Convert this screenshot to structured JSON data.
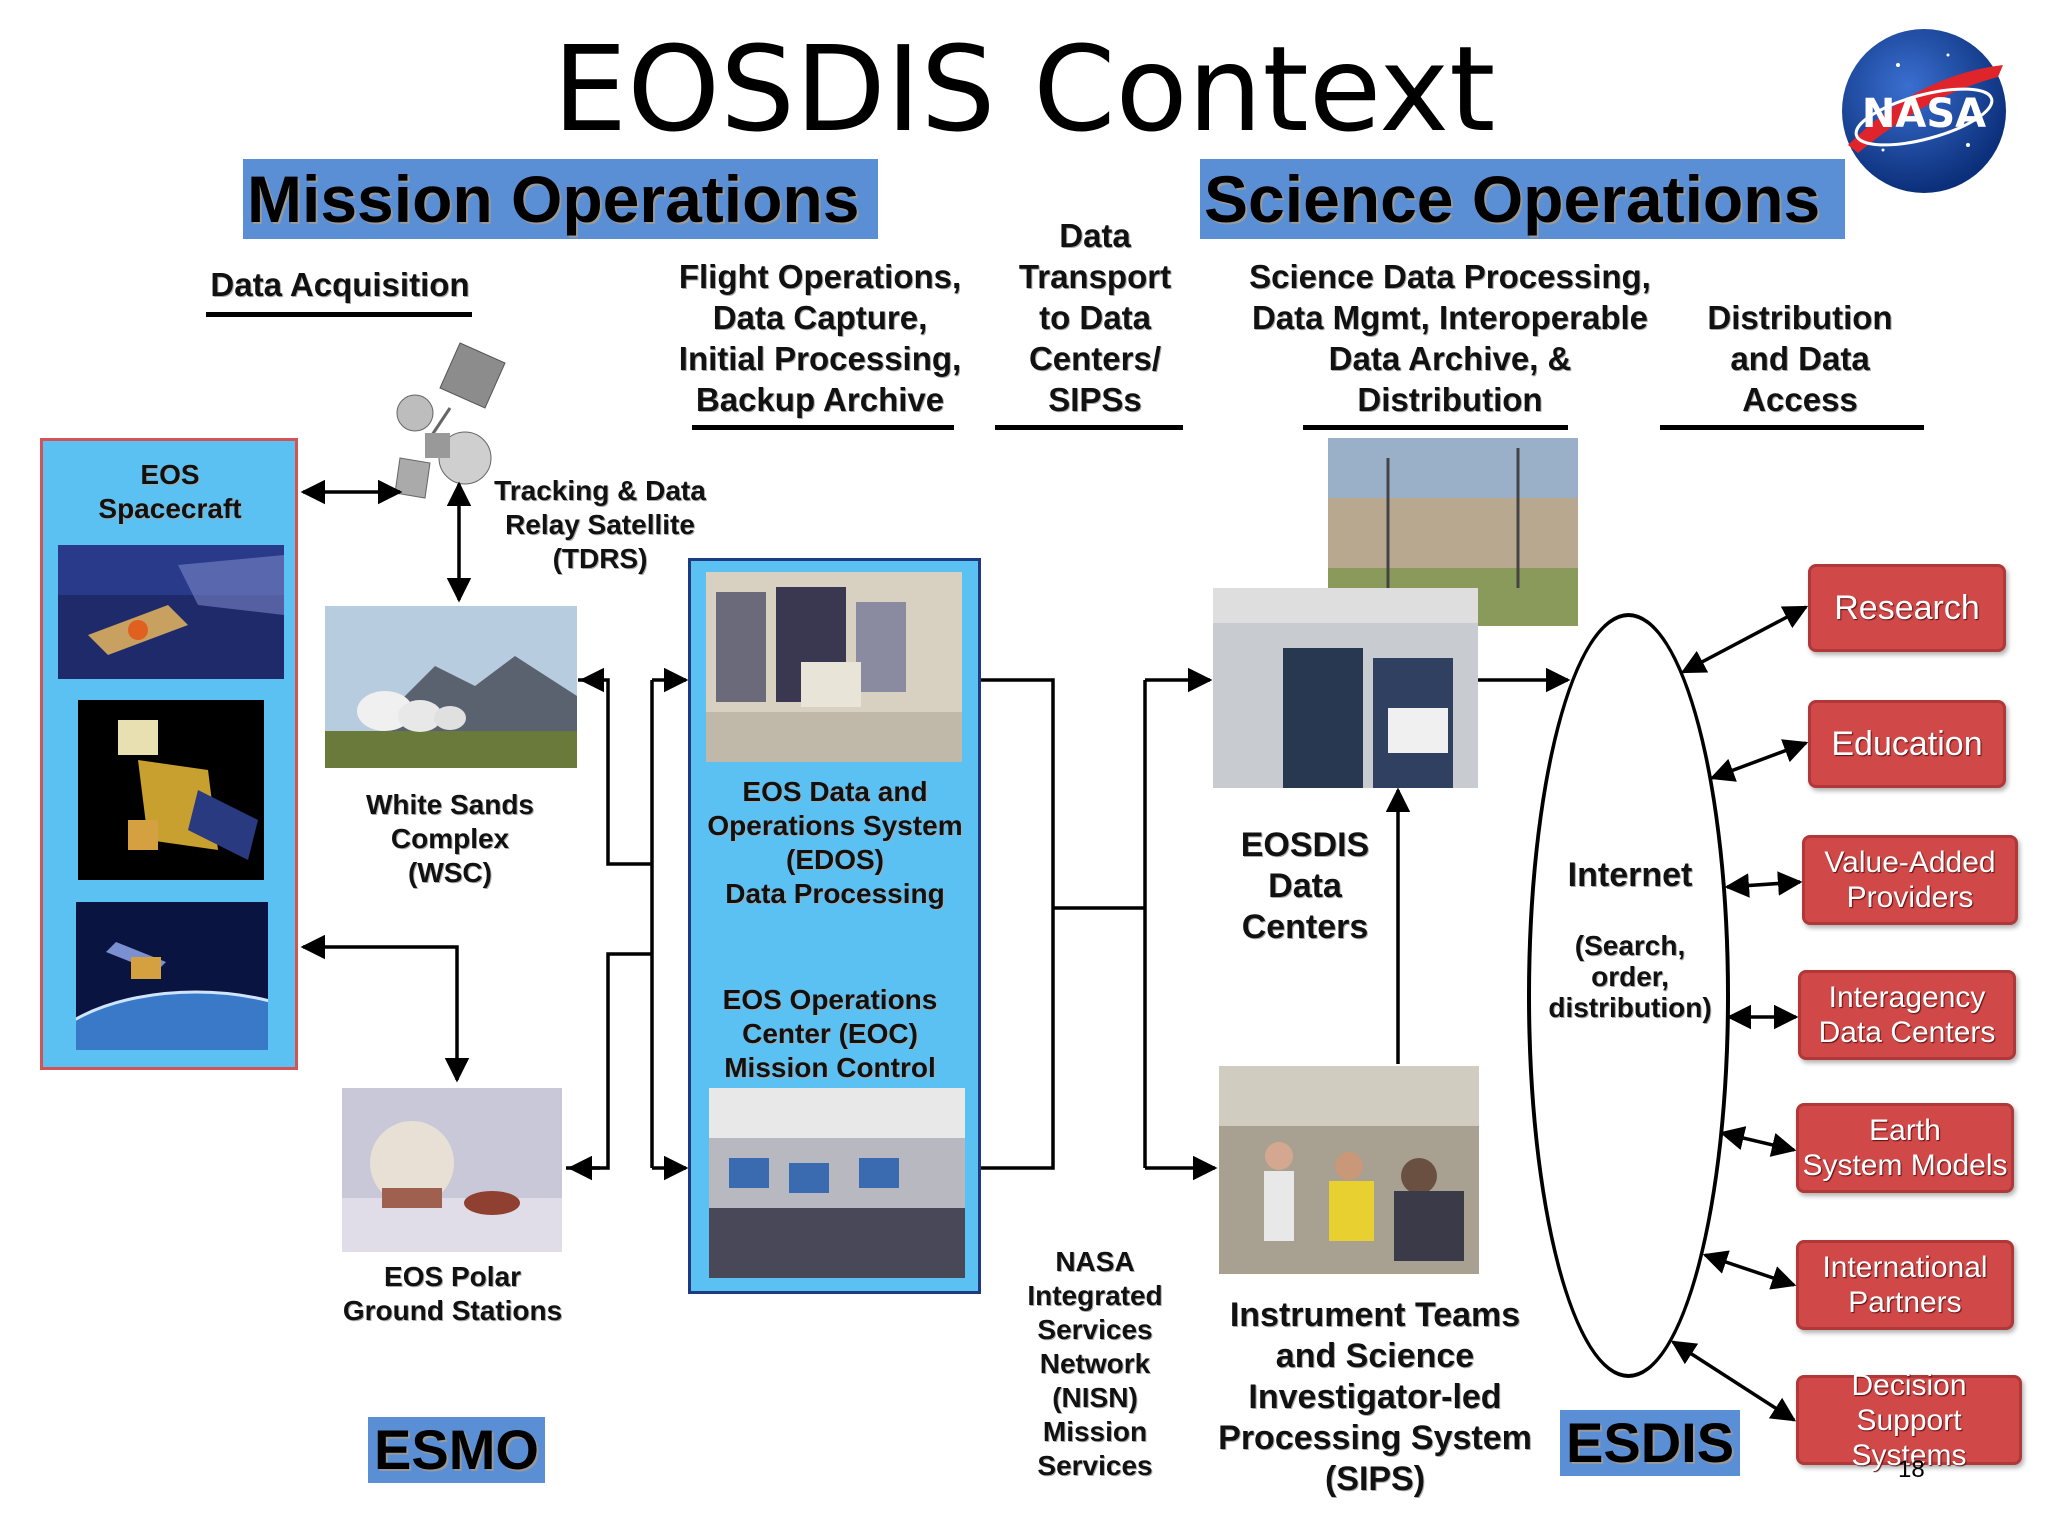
{
  "title": "EOSDIS Context",
  "page_number": "18",
  "sections": {
    "mission": "Mission Operations",
    "science": "Science Operations"
  },
  "columns": {
    "acquisition": "Data Acquisition",
    "flight": [
      "Flight Operations,",
      "Data Capture,",
      "Initial Processing,",
      "Backup Archive"
    ],
    "transport": [
      "Data",
      "Transport",
      "to Data",
      "Centers/",
      "SIPSs"
    ],
    "science_proc": [
      "Science Data Processing,",
      "Data Mgmt, Interoperable",
      "Data Archive, &",
      "Distribution"
    ],
    "distribution": [
      "Distribution",
      "and Data",
      "Access"
    ]
  },
  "labels": {
    "eos_spacecraft": [
      "EOS",
      "Spacecraft"
    ],
    "tdrs": [
      "Tracking & Data",
      "Relay Satellite",
      "(TDRS)"
    ],
    "wsc": [
      "White Sands",
      "Complex",
      "(WSC)"
    ],
    "polar": [
      "EOS Polar",
      "Ground Stations"
    ],
    "edos": [
      "EOS Data and",
      "Operations System",
      "(EDOS)",
      "Data Processing"
    ],
    "eoc": [
      "EOS Operations",
      "Center (EOC)",
      "Mission Control"
    ],
    "nisn": [
      "NASA",
      "Integrated",
      "Services",
      "Network",
      "(NISN)",
      "Mission",
      "Services"
    ],
    "data_centers": [
      "EOSDIS",
      "Data",
      "Centers"
    ],
    "sips": [
      "Instrument Teams",
      "and Science",
      "Investigator-led",
      "Processing System",
      "(SIPS)"
    ],
    "internet_title": "Internet",
    "internet_sub": [
      "(Search,",
      "order,",
      "distribution)"
    ]
  },
  "destinations": [
    [
      "Research"
    ],
    [
      "Education"
    ],
    [
      "Value-Added",
      "Providers"
    ],
    [
      "Interagency",
      "Data Centers"
    ],
    [
      "Earth",
      "System Models"
    ],
    [
      "International",
      "Partners"
    ],
    [
      "Decision Support",
      "Systems"
    ]
  ],
  "orgs": {
    "esmo": "ESMO",
    "esdis": "ESDIS"
  },
  "logo_text": "NASA",
  "colors": {
    "banner_blue": "#5a8fd6",
    "panel_blue": "#5bc0f2",
    "dest_red": "#d04848",
    "nasa_blue": "#0b3d91"
  }
}
